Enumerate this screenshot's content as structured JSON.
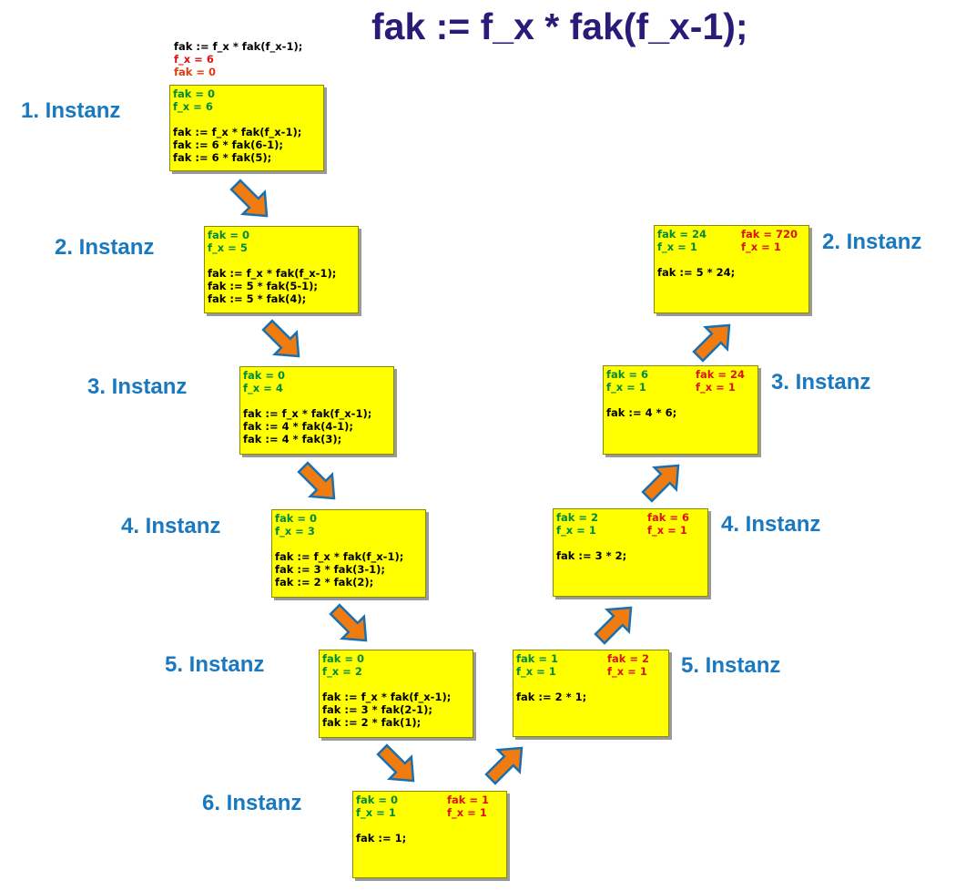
{
  "title": "fak := f_x * fak(f_x-1);",
  "header": {
    "line1": "fak := f_x * fak(f_x-1);",
    "line2": "f_x = 6",
    "line3": "fak = 0"
  },
  "colors": {
    "box_fill": "#ffff00",
    "arrow_fill": "#f07c10",
    "arrow_stroke": "#1a6fb0",
    "label": "#1878c0",
    "title": "#2b1a78",
    "green_text": "#008a3a",
    "red_text": "#e01010"
  },
  "descent": [
    {
      "label": "1. Instanz",
      "g1": "fak = 0",
      "g2": "f_x = 6",
      "c1": "fak := f_x * fak(f_x-1);",
      "c2": "fak := 6 * fak(6-1);",
      "c3": "fak := 6 * fak(5);"
    },
    {
      "label": "2. Instanz",
      "g1": "fak = 0",
      "g2": "f_x = 5",
      "c1": "fak := f_x * fak(f_x-1);",
      "c2": "fak := 5 * fak(5-1);",
      "c3": "fak := 5 * fak(4);"
    },
    {
      "label": "3. Instanz",
      "g1": "fak = 0",
      "g2": "f_x = 4",
      "c1": "fak := f_x * fak(f_x-1);",
      "c2": "fak := 4 * fak(4-1);",
      "c3": "fak := 4 * fak(3);"
    },
    {
      "label": "4. Instanz",
      "g1": "fak = 0",
      "g2": "f_x = 3",
      "c1": "fak := f_x * fak(f_x-1);",
      "c2": "fak := 3 * fak(3-1);",
      "c3": "fak := 2 * fak(2);"
    },
    {
      "label": "5. Instanz",
      "g1": "fak = 0",
      "g2": "f_x = 2",
      "c1": "fak := f_x * fak(f_x-1);",
      "c2": "fak := 3 * fak(2-1);",
      "c3": "fak := 2 * fak(1);"
    }
  ],
  "base": {
    "label": "6. Instanz",
    "g1": "fak = 0",
    "g2": "f_x = 1",
    "r1": "fak = 1",
    "r2": "f_x = 1",
    "c1": "fak := 1;"
  },
  "ascent": [
    {
      "label": "5. Instanz",
      "g1": "fak = 1",
      "g2": "f_x = 1",
      "r1": "fak = 2",
      "r2": "f_x = 1",
      "c1": "fak := 2 * 1;"
    },
    {
      "label": "4. Instanz",
      "g1": "fak = 2",
      "g2": "f_x = 1",
      "r1": "fak = 6",
      "r2": "f_x = 1",
      "c1": "fak := 3 * 2;"
    },
    {
      "label": "3. Instanz",
      "g1": "fak = 6",
      "g2": "f_x = 1",
      "r1": "fak = 24",
      "r2": "f_x = 1",
      "c1": "fak := 4 * 6;"
    },
    {
      "label": "2. Instanz",
      "g1": "fak = 24",
      "g2": "f_x = 1",
      "r1": "fak = 720",
      "r2": "f_x = 1",
      "c1": "fak := 5 * 24;"
    }
  ]
}
